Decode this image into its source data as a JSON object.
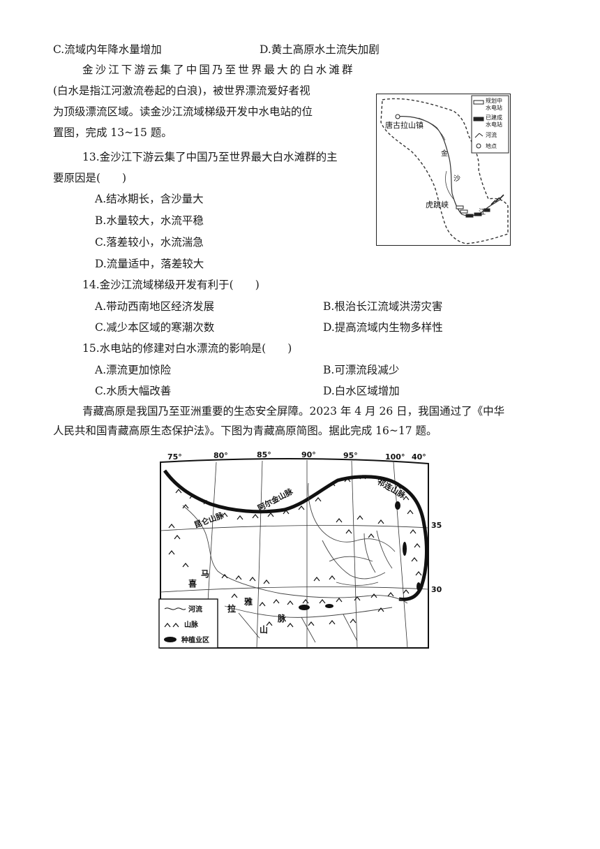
{
  "q12": {
    "opt_c": "C.流域内年降水量增加",
    "opt_d": "D.黄土高原水土流失加剧"
  },
  "intro1": {
    "line1": "金沙江下游云集了中国乃至世界最大的白水滩群",
    "line2": "(白水是指江河激流卷起的白浪)，被世界漂流爱好者视",
    "line3": "为顶级漂流区域。读金沙江流域梯级开发中水电站的位",
    "line4": "置图，完成 13~15 题。"
  },
  "q13": {
    "stem1": "13.金沙江下游云集了中国乃至世界最大白水滩群的主",
    "stem2": "要原因是(　　)",
    "a": "A.结冰期长，含沙量大",
    "b": "B.水量较大，水流平稳",
    "c": "C.落差较小，水流湍急",
    "d": "D.流量适中，落差较大"
  },
  "q14": {
    "stem": "14.金沙江流域梯级开发有利于(　　)",
    "a": "A.带动西南地区经济发展",
    "b": "B.根治长江流域洪涝灾害",
    "c": "C.减少本区域的寒潮次数",
    "d": "D.提高流域内生物多样性"
  },
  "q15": {
    "stem": "15.水电站的修建对白水漂流的影响是(　　)",
    "a": "A.漂流更加惊险",
    "b": "B.可漂流段减少",
    "c": "C.水质大幅改善",
    "d": "D.白水区域增加"
  },
  "intro2": {
    "line1": "青藏高原是我国乃至亚洲重要的生态安全屏障。2023 年 4 月 26 日，我国通过了《中华",
    "line2": "人民共和国青藏高原生态保护法》。下图为青藏高原简图。据此完成 16~17 题。"
  },
  "map1": {
    "legend_planned": "规划中",
    "legend_planned2": "水电站",
    "legend_built": "已建成",
    "legend_built2": "水电站",
    "legend_river": "河流",
    "legend_place": "地点",
    "place_tanggula": "唐古拉山镇",
    "place_hutiao": "虎跳峡",
    "river_jin": "金",
    "river_sha": "沙",
    "river_jiang": "江"
  },
  "map2": {
    "lon_75": "75°",
    "lon_80": "80°",
    "lon_85": "85°",
    "lon_90": "90°",
    "lon_95": "95°",
    "lon_100": "100°",
    "lat_40": "40°",
    "lat_35": "35°",
    "lat_30": "30°",
    "mtn_aerjin": "阿尔金山脉",
    "mtn_qilian": "祁连山脉",
    "mtn_kunlun": "昆仑山脉",
    "mtn_himalaya1": "喜",
    "mtn_himalaya2": "马",
    "mtn_himalaya3": "拉",
    "mtn_himalaya4": "雅",
    "mtn_himalaya5": "山",
    "mtn_himalaya6": "脉",
    "legend_river": "河流",
    "legend_mountain": "山脉",
    "legend_farm": "种植业区"
  }
}
